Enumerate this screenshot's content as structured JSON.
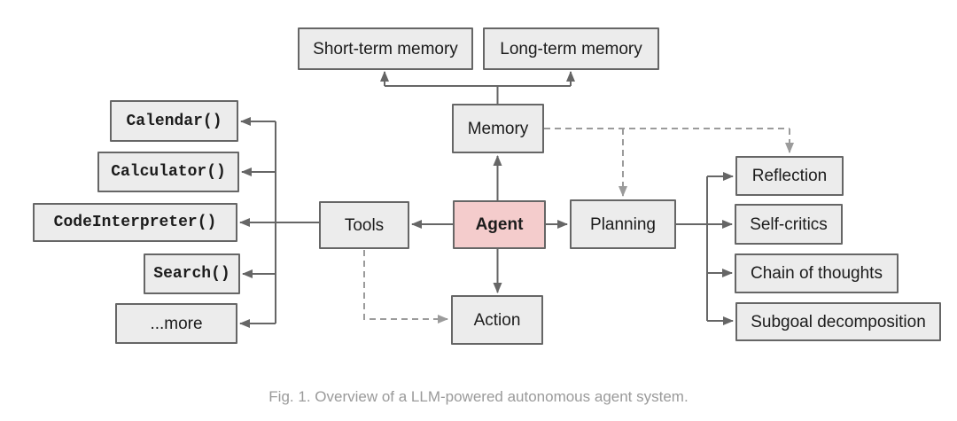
{
  "colors": {
    "background": "#ffffff",
    "node_fill": "#ececec",
    "node_border": "#666666",
    "agent_fill": "#f4cccc",
    "solid_line": "#666666",
    "dashed_line": "#9b9b9b",
    "text": "#1c1c1c",
    "caption_text": "#9a9a9a"
  },
  "nodes": {
    "agent": "Agent",
    "memory": "Memory",
    "tools": "Tools",
    "planning": "Planning",
    "action": "Action",
    "short_term_memory": "Short-term memory",
    "long_term_memory": "Long-term memory",
    "tool_items": [
      "Calendar()",
      "Calculator()",
      "CodeInterpreter()",
      "Search()",
      "...more"
    ],
    "planning_items": [
      "Reflection",
      "Self-critics",
      "Chain of thoughts",
      "Subgoal decomposition"
    ]
  },
  "caption": "Fig. 1. Overview of a LLM-powered autonomous agent system."
}
